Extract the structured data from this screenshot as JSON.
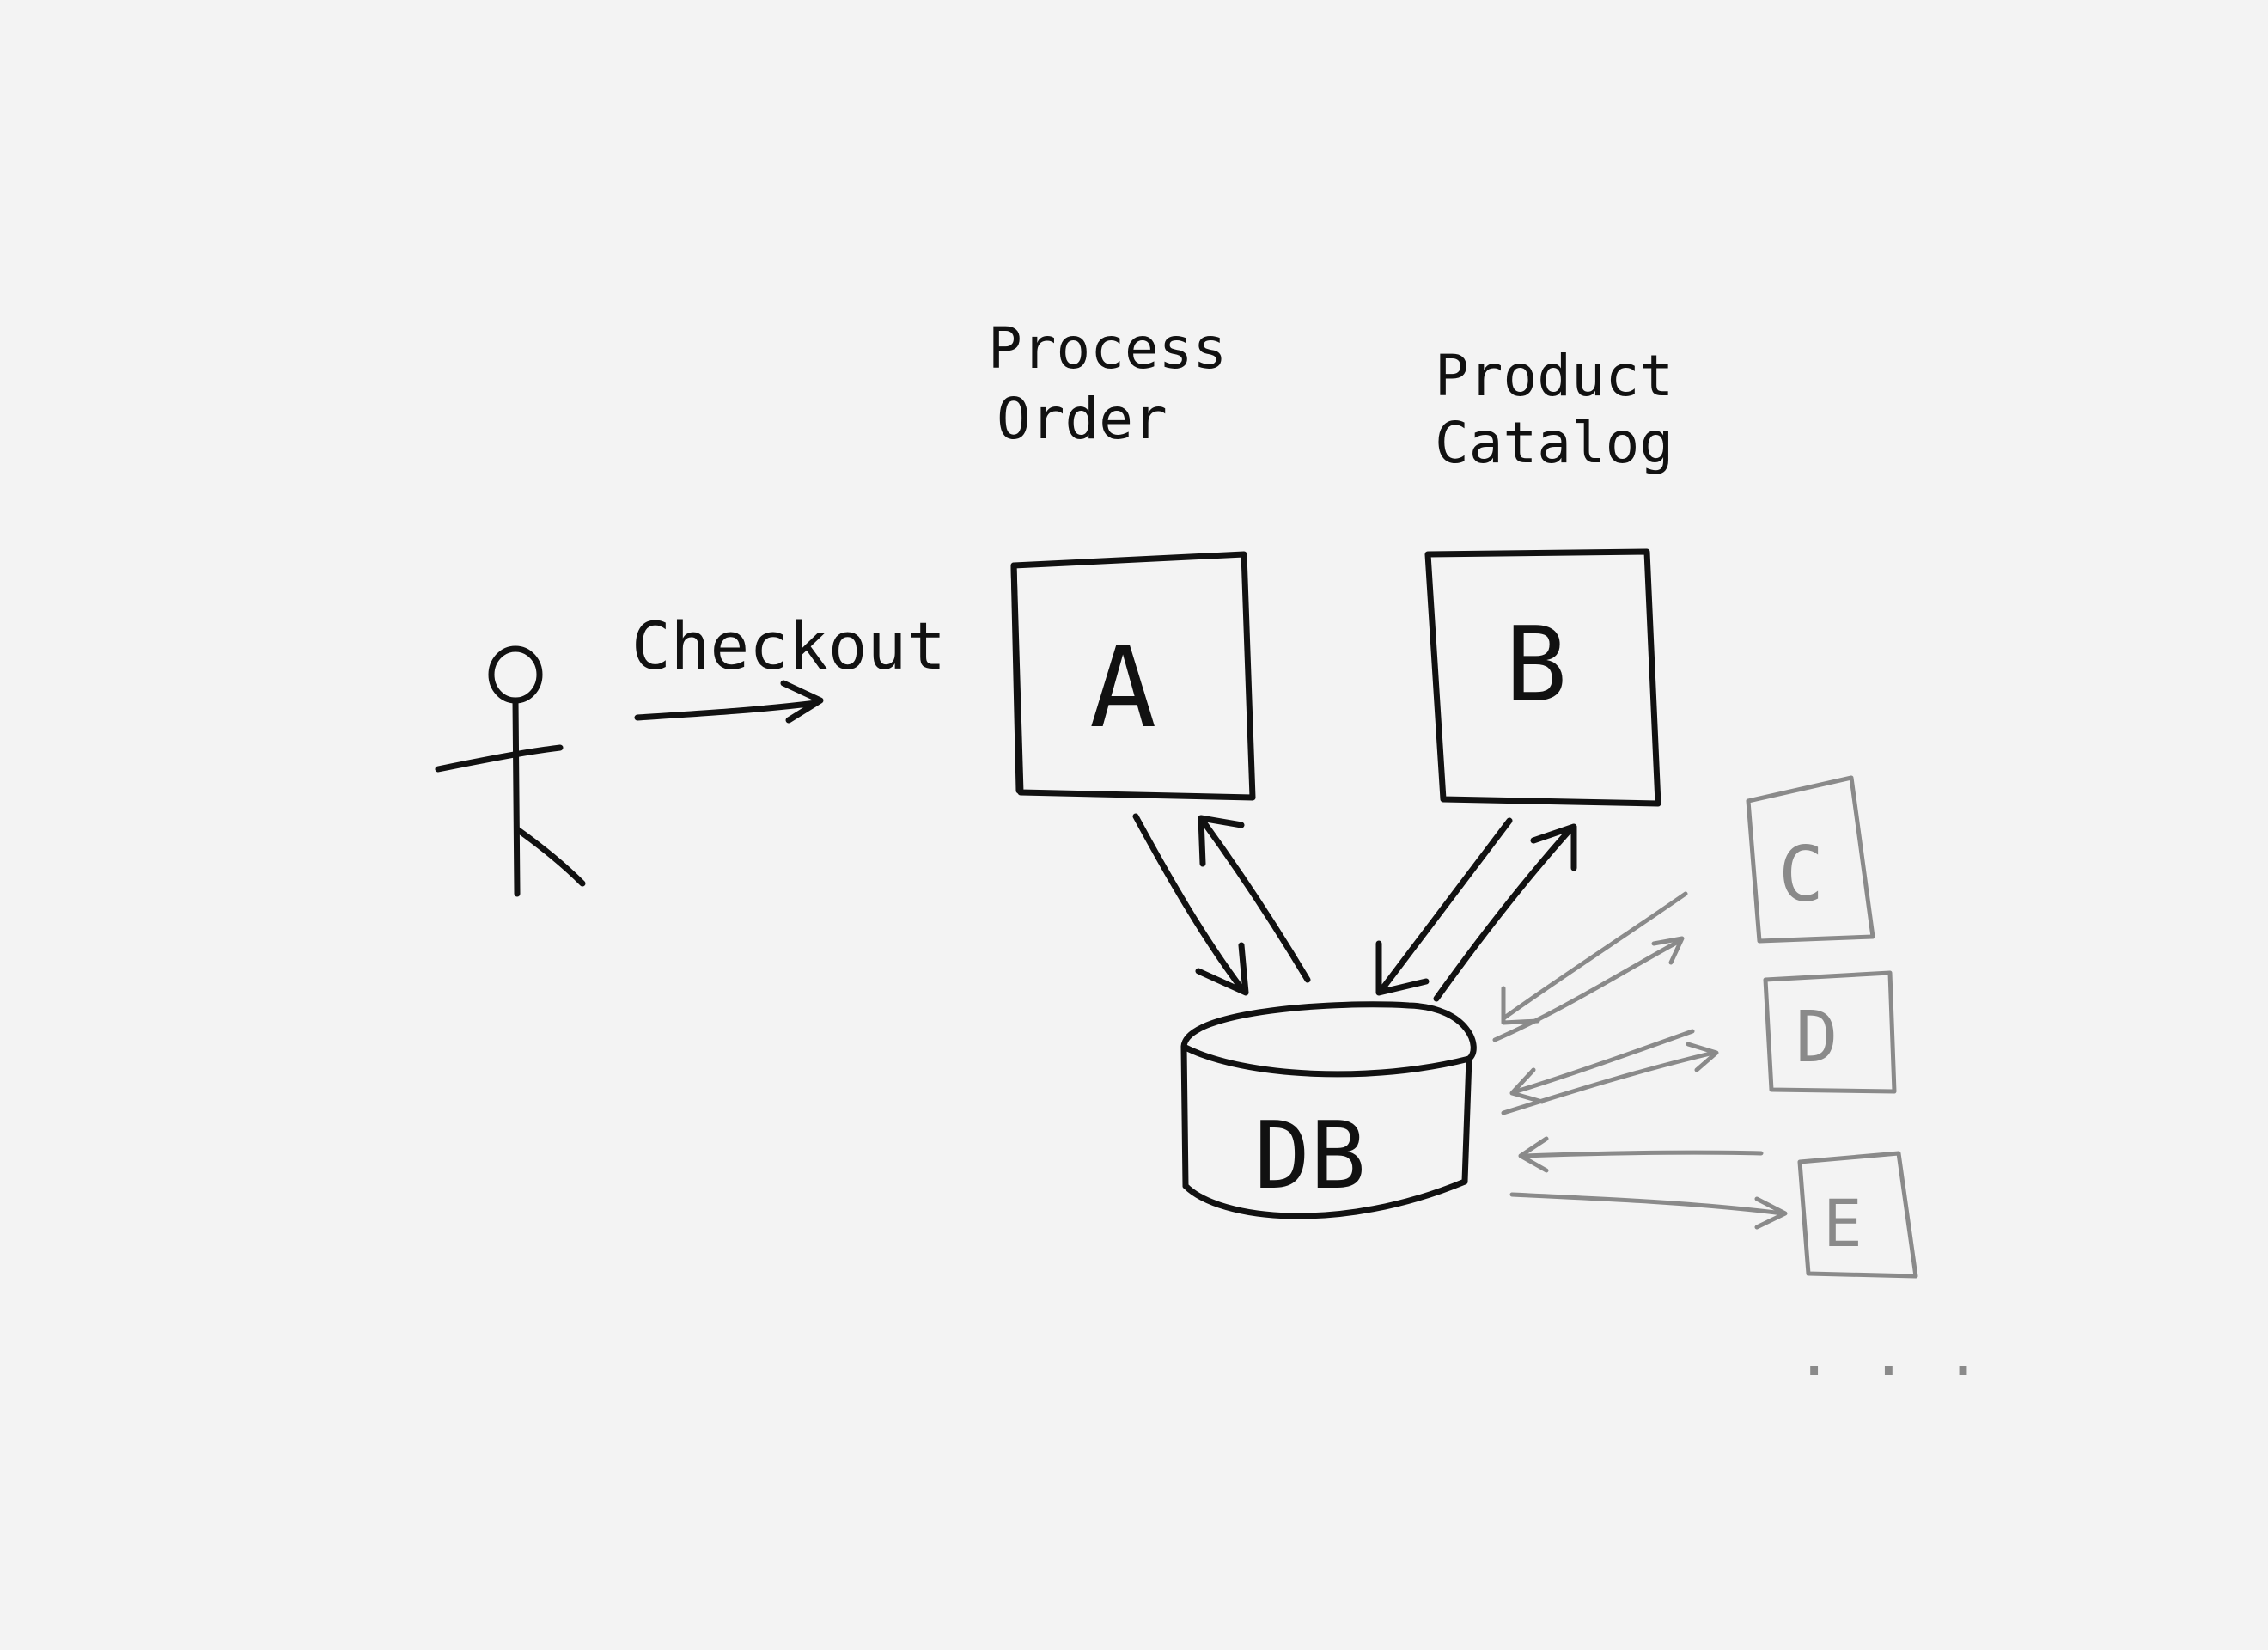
{
  "labels": {
    "process_order_line1": "Process",
    "process_order_line2": "Order",
    "product_catalog_line1": "Product",
    "product_catalog_line2": "Catalog",
    "checkout": "Checkout"
  },
  "nodes": {
    "service_a": "A",
    "service_b": "B",
    "service_c": "C",
    "service_d": "D",
    "service_e": "E",
    "database": "DB",
    "more": ". . ."
  },
  "colors": {
    "background": "#f3f3f3",
    "ink": "#111111",
    "faint_ink": "#8a8a8a"
  }
}
